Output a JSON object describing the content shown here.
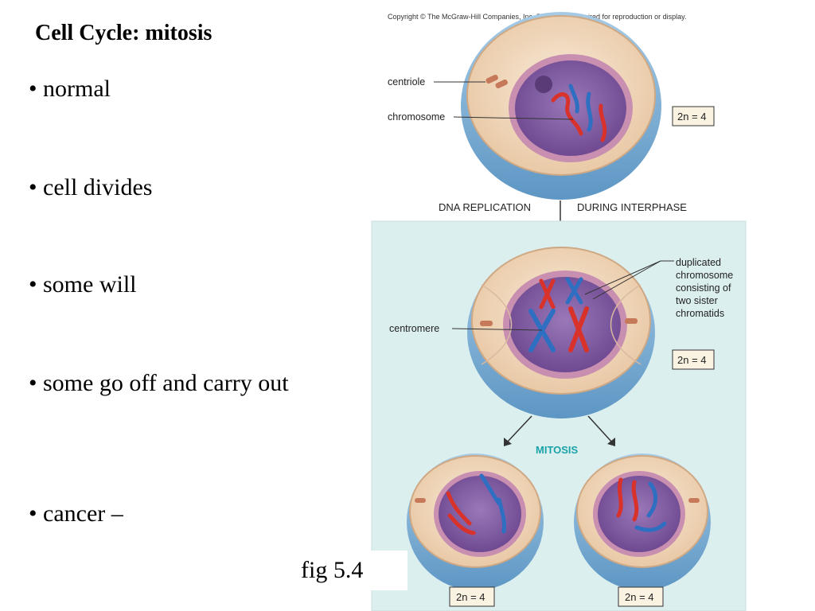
{
  "slide": {
    "title": "Cell Cycle: mitosis",
    "bullets": [
      "• normal",
      "• cell divides",
      "• some will",
      "• some go off and carry out",
      "• cancer –"
    ],
    "caption": "fig 5.4"
  },
  "figure": {
    "copyright": "Copyright © The McGraw-Hill Companies, Inc. Permission required for reproduction or display.",
    "labels": {
      "centriole": "centriole",
      "chromosome": "chromosome",
      "centromere": "centromere",
      "duplicated_1": "duplicated",
      "duplicated_2": "chromosome",
      "duplicated_3": "consisting of",
      "duplicated_4": "two sister",
      "duplicated_5": "chromatids"
    },
    "steps": {
      "dna_replication": "DNA REPLICATION",
      "during_interphase": "DURING INTERPHASE",
      "mitosis": "MITOSIS"
    },
    "ploidy": {
      "top": "2n = 4",
      "middle": "2n = 4",
      "bottom_left": "2n = 4",
      "bottom_right": "2n = 4"
    },
    "colors": {
      "panel_bg": "#dcefef",
      "cytoplasm": "#f3dcc4",
      "membrane": "#7db3d6",
      "nucleus": "#8c64a8",
      "red_chromosome": "#d8322b",
      "blue_chromosome": "#2f6fc2",
      "mitosis_label": "#1aa3a8"
    }
  }
}
